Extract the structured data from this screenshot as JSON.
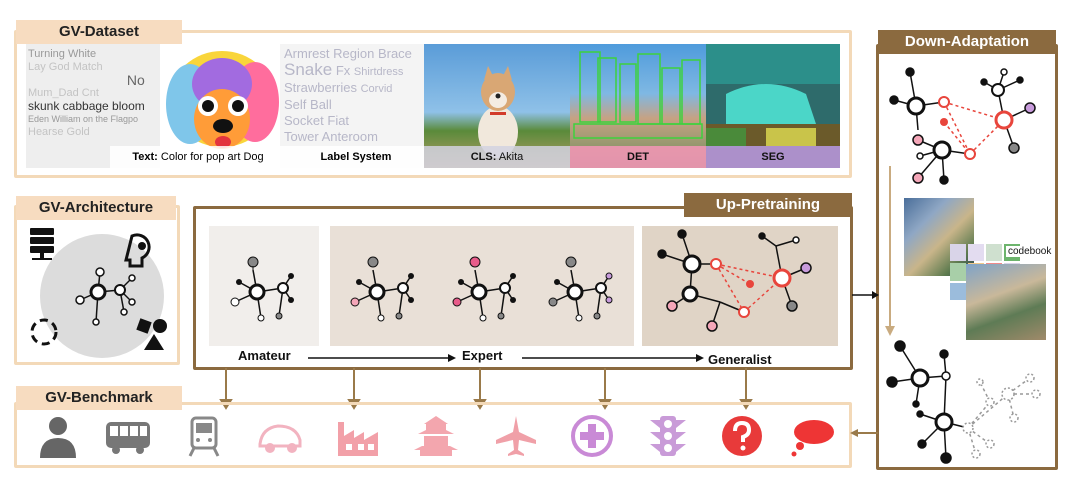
{
  "dataset": {
    "title": "GV-Dataset",
    "text_caption_prefix": "Text:",
    "text_caption": "Color for pop art Dog",
    "label_system": "Label System",
    "cls_prefix": "CLS:",
    "cls_value": "Akita",
    "det": "DET",
    "seg": "SEG",
    "cloud_left": [
      "Turning White",
      "skunk cabbage bloom",
      "Eden William on the Flagpo",
      "No"
    ],
    "cloud_right": [
      "Armrest",
      "Region",
      "Brace",
      "Snake",
      "Fx",
      "Shirtdress",
      "Strawberries",
      "Corvid",
      "Ball",
      "Socket",
      "Fiat",
      "Tower",
      "Anteroom",
      "Self"
    ]
  },
  "architecture": {
    "title": "GV-Architecture"
  },
  "pretraining": {
    "title": "Up-Pretraining",
    "stages": [
      "Amateur",
      "Expert",
      "Generalist"
    ]
  },
  "adaptation": {
    "title": "Down-Adaptation",
    "codebook_label": "codebook"
  },
  "benchmark": {
    "title": "GV-Benchmark",
    "icons": [
      {
        "name": "person-icon",
        "color": "#666666"
      },
      {
        "name": "bus-icon",
        "color": "#777777"
      },
      {
        "name": "train-icon",
        "color": "#888888"
      },
      {
        "name": "car-icon",
        "color": "#f2b3c0"
      },
      {
        "name": "factory-icon",
        "color": "#f2a0a8"
      },
      {
        "name": "pagoda-icon",
        "color": "#f3a6ae"
      },
      {
        "name": "airplane-icon",
        "color": "#f0a0a8"
      },
      {
        "name": "medical-cross-icon",
        "color": "#c98ad6"
      },
      {
        "name": "traffic-light-icon",
        "color": "#c99bd8"
      },
      {
        "name": "question-icon",
        "color": "#e83a3a"
      },
      {
        "name": "thought-cloud-icon",
        "color": "#ee3535"
      }
    ]
  },
  "colors": {
    "frame_light": "#f3d9b8",
    "frame_dark": "#8b6a3f",
    "tab_light": "#f7dcc0",
    "arrow": "#9a7a4a",
    "red_node": "#e8453c",
    "pink_node": "#f4a6b8",
    "purple_node": "#c89bdc"
  }
}
